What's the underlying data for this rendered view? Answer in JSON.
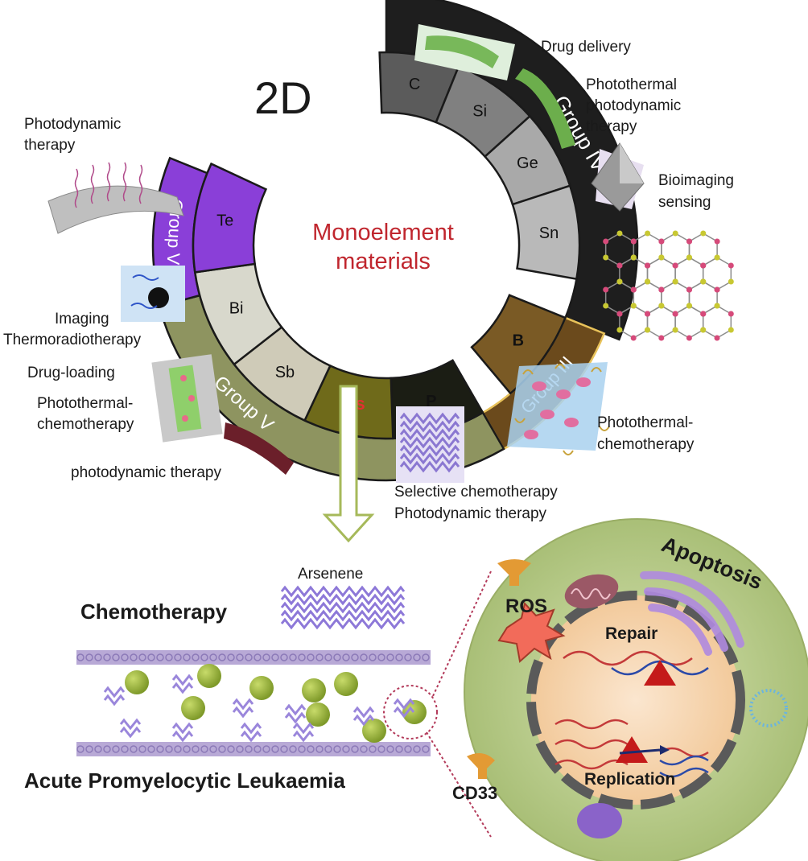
{
  "title": "2D",
  "center": {
    "line1": "Monoelement",
    "line2": "materials"
  },
  "groups": {
    "group_vi": "Group VI",
    "group_v": "Group V",
    "group_iv": "Group IV",
    "group_iii": "Group III"
  },
  "elements": {
    "te": "Te",
    "bi": "Bi",
    "sb": "Sb",
    "as": "As",
    "p": "P",
    "b": "B",
    "sn": "Sn",
    "ge": "Ge",
    "si": "Si",
    "c": "C"
  },
  "applications": {
    "photodynamic_tl_1": "Photodynamic",
    "photodynamic_tl_2": "therapy",
    "drug_delivery": "Drug delivery",
    "ptpd_1": "Photothermal",
    "ptpd_2": "photodynamic",
    "ptpd_3": "therapy",
    "bioimaging_1": "Bioimaging",
    "bioimaging_2": "sensing",
    "imaging": "Imaging",
    "thermoradio": "Thermoradiotherapy",
    "drug_loading": "Drug-loading",
    "ptc_left_1": "Photothermal-",
    "ptc_left_2": "chemotherapy",
    "pdt_bottom": "photodynamic therapy",
    "ptc_right_1": "Photothermal-",
    "ptc_right_2": "chemotherapy",
    "selective_1": "Selective chemotherapy",
    "selective_2": "Photodynamic therapy"
  },
  "lower": {
    "arsenene": "Arsenene",
    "chemotherapy": "Chemotherapy",
    "apl": "Acute Promyelocytic Leukaemia",
    "cd33": "CD33",
    "ros": "ROS",
    "repair": "Repair",
    "replication": "Replication",
    "apoptosis": "Apoptosis"
  },
  "colors": {
    "group_vi": "#8a3fd8",
    "group_v": "#8e9460",
    "group_iv": "#1e1e1e",
    "group_iii": "#6b4a1c",
    "as_tile": "#6f6a1a",
    "p_tile": "#1b1d14",
    "center_text": "#c0262e",
    "cell": "#b6c98a"
  }
}
